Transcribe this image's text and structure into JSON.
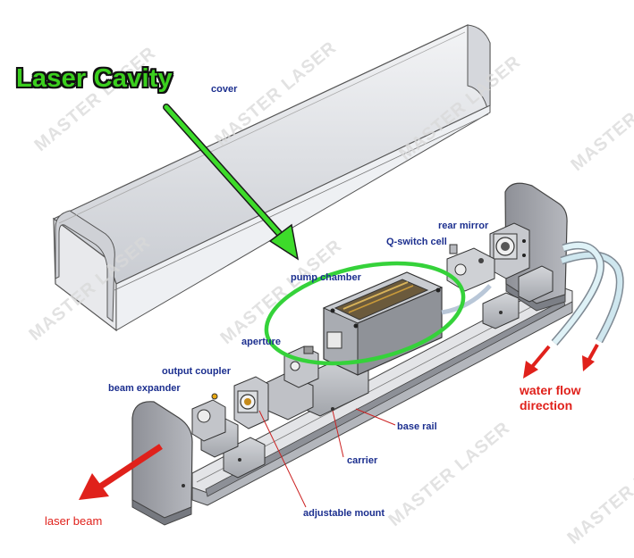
{
  "title": "Laser Cavity",
  "labels": {
    "cover": "cover",
    "rear_mirror": "rear mirror",
    "q_switch_cell": "Q-switch cell",
    "pump_chamber": "pump chamber",
    "aperture": "aperture",
    "output_coupler": "output coupler",
    "beam_expander": "beam expander",
    "base_rail": "base rail",
    "carrier": "carrier",
    "adjustable_mount": "adjustable mount"
  },
  "red_labels": {
    "water_flow_line1": "water flow",
    "water_flow_line2": "direction",
    "laser_beam": "laser beam"
  },
  "watermark": "MASTER LASER",
  "colors": {
    "title_green": "#3bcf1e",
    "label_blue": "#1c2f8f",
    "accent_red": "#e0211b",
    "highlight_green": "#35d23a"
  }
}
